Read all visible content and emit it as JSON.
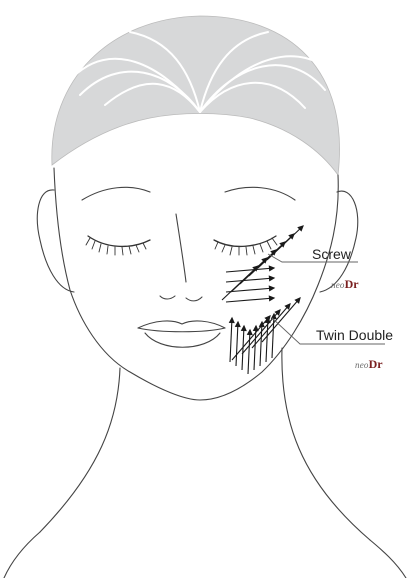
{
  "labels": {
    "screw": "Screw",
    "twin_double": "Twin Double"
  },
  "brand": {
    "prefix": "neo",
    "suffix": "Dr"
  },
  "colors": {
    "hair": "#d7d8d9",
    "hair_strands": "#ffffff",
    "outline": "#444444",
    "arrows": "#1a1a1a",
    "leader_lines": "#666666",
    "brand_red": "#7a1f1f"
  }
}
